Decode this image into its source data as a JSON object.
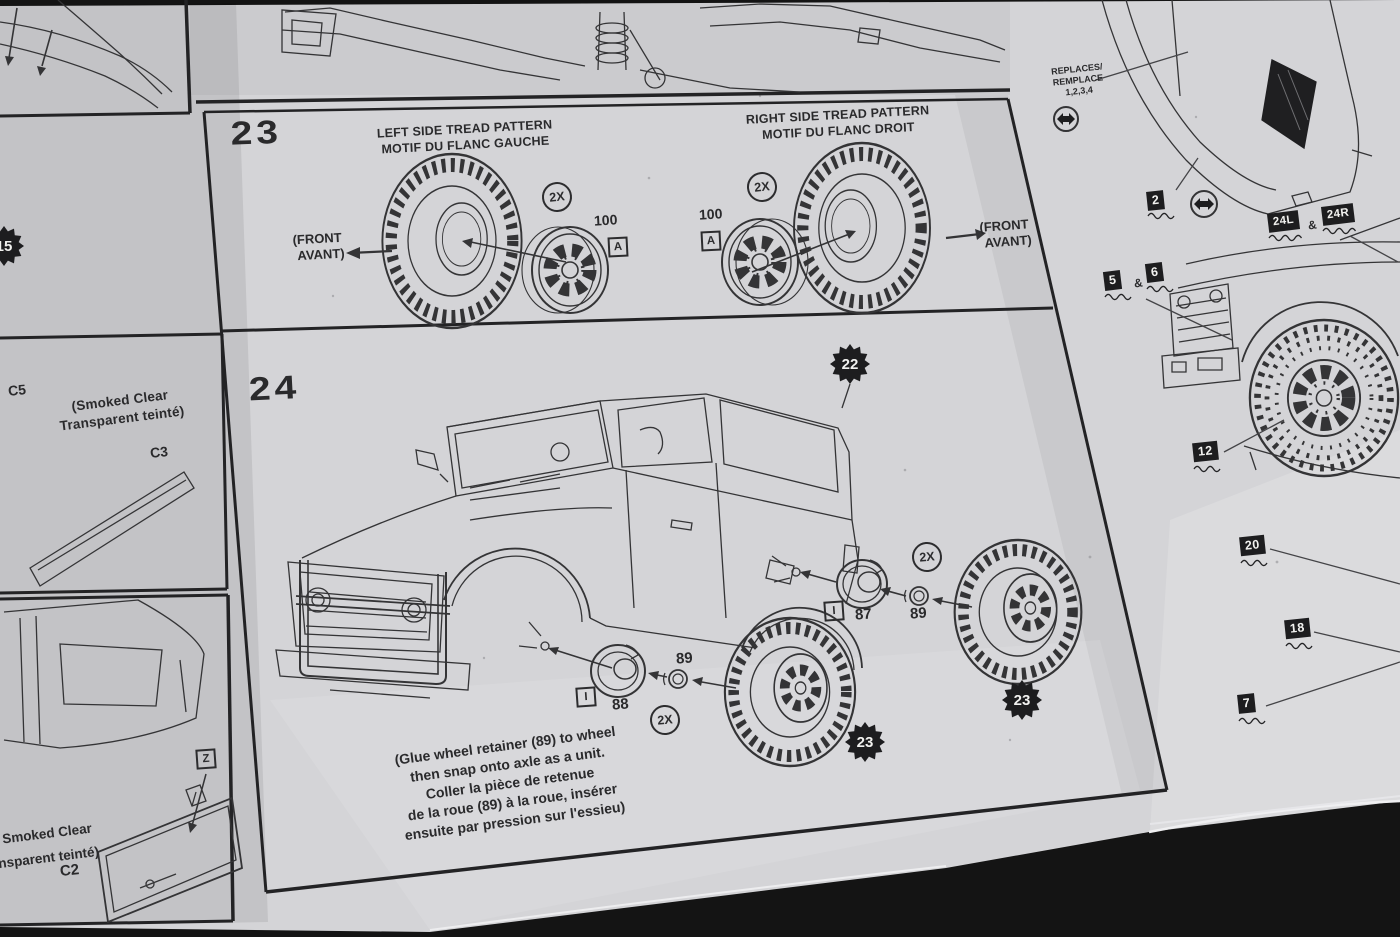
{
  "sheet": {
    "description": "Model kit assembly instruction sheet, steps 23 and 24 (wheel and tire assembly)"
  },
  "colors": {
    "paper": "#d4d4d7",
    "ink": "#343436",
    "badge_bg": "#1d1d1f",
    "badge_text": "#f1f1ef",
    "table": "#141414"
  },
  "step23": {
    "number": "23",
    "left_header_1": "LEFT SIDE TREAD PATTERN",
    "left_header_2": "MOTIF DU FLANC GAUCHE",
    "right_header_1": "RIGHT SIDE TREAD PATTERN",
    "right_header_2": "MOTIF DU FLANC DROIT",
    "front_1": "(FRONT",
    "front_2": "AVANT)",
    "qty": "2X",
    "part": "100",
    "sprue": "A"
  },
  "step24": {
    "number": "24",
    "roof_badge": "22",
    "qty": "2X",
    "axle_sprue": "I",
    "part_rear_hub": "87",
    "part_front_hub": "88",
    "part_retainer": "89",
    "tire_badge": "23",
    "note_lines": [
      "(Glue wheel retainer (89) to wheel",
      "then snap onto axle as a unit.",
      "Coller la pièce de retenue",
      "de la roue (89) à la roue, insérer",
      "ensuite par pression sur l'essieu)"
    ]
  },
  "left_column": {
    "badge": "15",
    "part_c5": "C5",
    "smoked_1": "(Smoked Clear",
    "smoked_2": "Transparent teinté)",
    "part_c3": "C3",
    "smoked_cut_1": "Smoked Clear",
    "smoked_cut_2": "nsparent teinté)",
    "part_c2": "C2",
    "sprue_z": "Z"
  },
  "right_column": {
    "replaces_1": "REPLACES/",
    "replaces_2": "REMPLACE",
    "replaces_3": "1,2,3,4",
    "badge_2": "2",
    "badge_24l": "24L",
    "badge_24r": "24R",
    "amp": "&",
    "badge_5": "5",
    "badge_6": "6",
    "badge_12": "12",
    "badge_20": "20",
    "badge_18": "18",
    "badge_7": "7"
  }
}
